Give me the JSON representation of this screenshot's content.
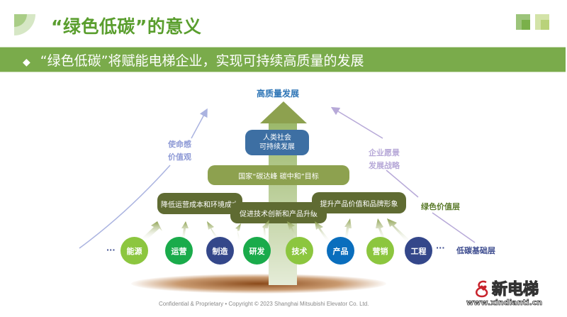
{
  "header": {
    "title": "“绿色低碳”的意义",
    "subtitle": "“绿色低碳”将赋能电梯企业，实现可持续高质量的发展",
    "bullet_icon": "diamond-icon"
  },
  "diagram": {
    "top_label": "高质量发展",
    "apex_box": "人类社会\n可持续发展",
    "apex_box_lines": [
      "人类社会",
      "可持续发展"
    ],
    "national_goal": "国家“碳达峰 碳中和”目标",
    "value_boxes": [
      "降低运营成本和环境成本",
      "促进技术创新和产品升级",
      "提升产品价值和品牌形象"
    ],
    "left_arrow_label": [
      "使命感",
      "价值观"
    ],
    "right_arrow_label": [
      "企业愿景",
      "发展战略"
    ],
    "green_layer_label": "绿色价值层",
    "base_layer_label": "低碳基础层",
    "ellipsis": "···",
    "circles": [
      {
        "label": "能源",
        "color": "#8cc63f"
      },
      {
        "label": "运营",
        "color": "#1aab4b"
      },
      {
        "label": "制造",
        "color": "#34478a"
      },
      {
        "label": "研发",
        "color": "#1aab4b"
      },
      {
        "label": "技术",
        "color": "#8cc63f"
      },
      {
        "label": "产品",
        "color": "#0a6ebd"
      },
      {
        "label": "营销",
        "color": "#8cc63f"
      },
      {
        "label": "工程",
        "color": "#34478a"
      }
    ]
  },
  "footer": {
    "text": "Confidential & Proprietary • Copyright  ©  2023  Shanghai Mitsubishi Elevator Co. Ltd."
  },
  "watermark": {
    "name": "新电梯",
    "url": "www.xindianti.cn"
  },
  "colors": {
    "accent_green": "#7aab4b",
    "title_green": "#5a9e2e",
    "dark_olive": "#5f6b32",
    "olive": "#8da14f",
    "apex_blue": "#3d6fa3",
    "top_label_blue": "#2e75b6"
  }
}
